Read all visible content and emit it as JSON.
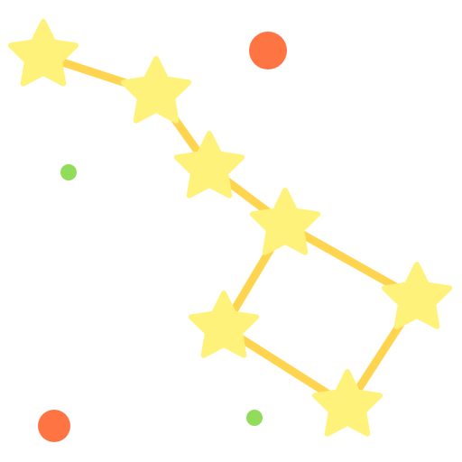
{
  "illustration": {
    "subject": "big-dipper-constellation",
    "star_count": 7,
    "dot_count": 4
  },
  "colors": {
    "background": "#ffffff",
    "line": "#FFD54F",
    "star": "#FFF27A",
    "dot_orange": "#FF7443",
    "dot_green": "#91DC5A"
  }
}
